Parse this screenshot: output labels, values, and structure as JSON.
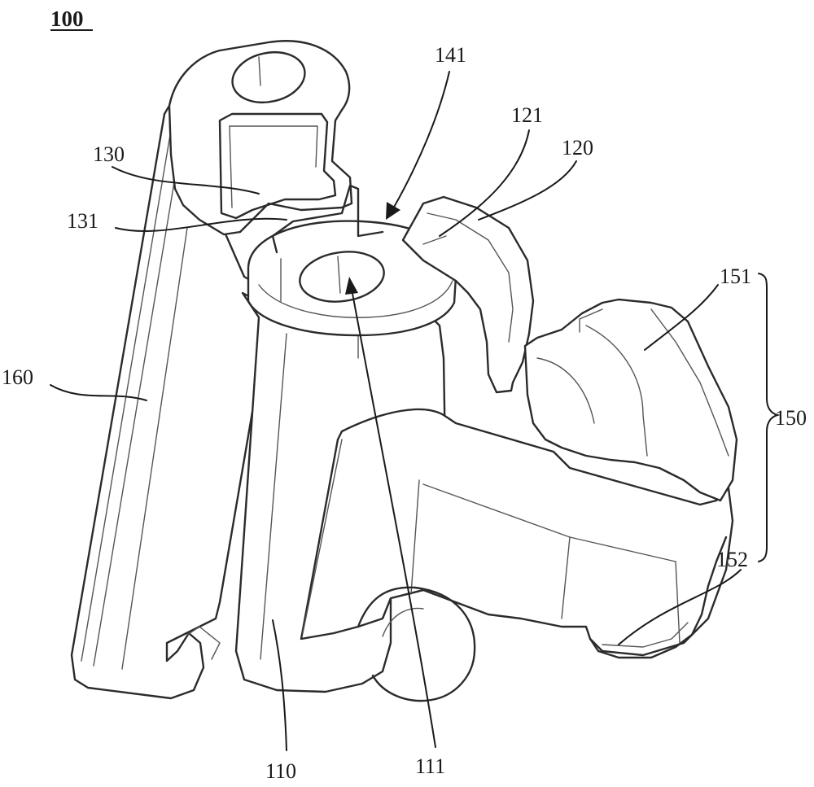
{
  "figure": {
    "number": "100",
    "labels": {
      "l141": "141",
      "l121": "121",
      "l120": "120",
      "l130": "130",
      "l131": "131",
      "l151": "151",
      "l150": "150",
      "l160": "160",
      "l152": "152",
      "l110": "110",
      "l111": "111"
    }
  }
}
